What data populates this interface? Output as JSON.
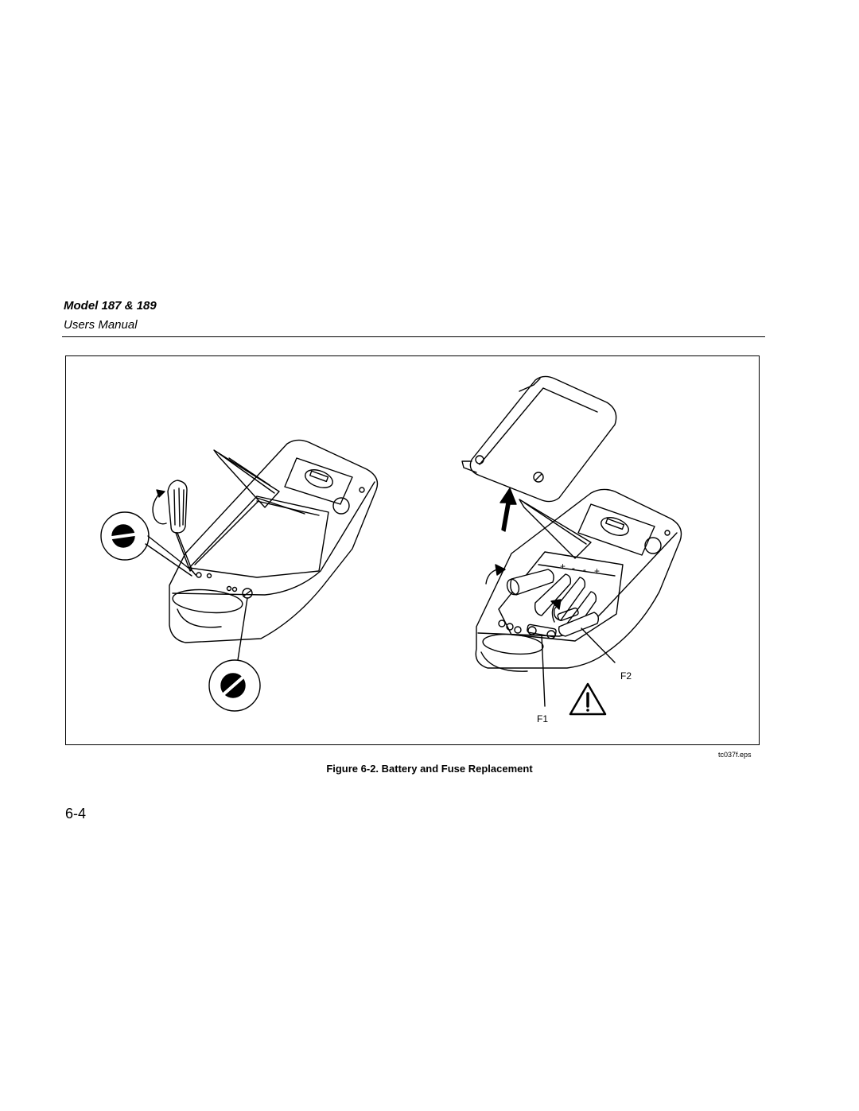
{
  "header": {
    "model": "Model 187 & 189",
    "manual": "Users Manual"
  },
  "figure": {
    "callouts": {
      "fuse_1": "F1",
      "fuse_2": "F2"
    },
    "battery_polarity": {
      "plus_1": "+",
      "minus_1": "-",
      "minus_2": "-",
      "plus_2": "+"
    },
    "file_tag": "tc037f.eps",
    "caption": "Figure 6-2. Battery and Fuse Replacement",
    "icons": [
      "screwdriver-icon",
      "rotate-arrow-icon",
      "screw-slot-icon",
      "up-arrow-icon",
      "warning-triangle-icon"
    ]
  },
  "page_number": "6-4"
}
